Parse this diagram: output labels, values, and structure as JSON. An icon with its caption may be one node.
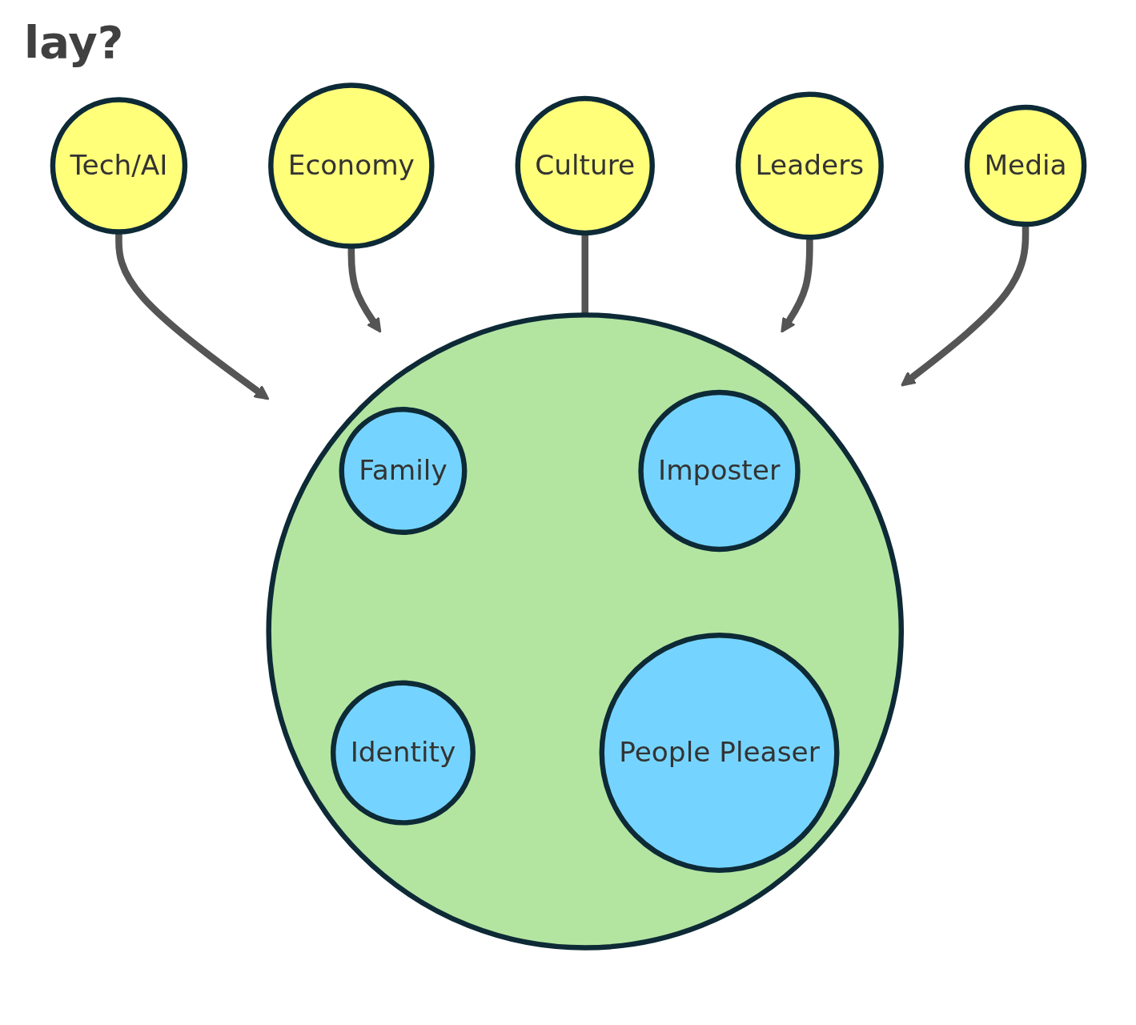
{
  "diagram": {
    "title": "lay?",
    "nodes": [
      {
        "text": [
          "Tech/AI"
        ]
      },
      {
        "text": [
          "Economy"
        ]
      },
      {
        "text": [
          "Culture"
        ]
      },
      {
        "text": [],
        "shape": "circle"
      },
      {
        "text": [
          "Family"
        ],
        "in": 3
      },
      {
        "text": [
          "Identity"
        ],
        "in": 3
      },
      {
        "text": [
          "Imposter"
        ],
        "in": 3
      },
      {
        "text": [
          "People Pleaser"
        ],
        "in": 3
      },
      {
        "text": [
          "Leaders"
        ]
      },
      {
        "text": [
          "Media"
        ]
      }
    ],
    "edges": [
      {
        "from": 0,
        "to": 3,
        "arrow": "to"
      },
      {
        "from": 1,
        "to": 3,
        "arrow": "to"
      },
      {
        "from": 2,
        "to": 3,
        "arrow": "to"
      },
      {
        "from": 8,
        "to": 3,
        "arrow": "to"
      },
      {
        "from": 9,
        "to": 3,
        "arrow": "to"
      }
    ]
  }
}
